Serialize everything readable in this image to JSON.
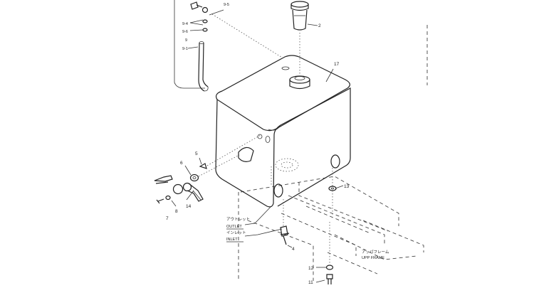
{
  "callouts": {
    "c9_5": "9-5",
    "c9_4": "9-4",
    "c9_6": "9-6",
    "c9": "9",
    "c9_1": "9-1",
    "c2": "2",
    "c17": "17",
    "c5": "5",
    "c6": "6",
    "c14": "14",
    "c8": "8",
    "c7": "7",
    "c13": "13",
    "c4": "4",
    "c12": "12",
    "c11": "11"
  },
  "labels": {
    "outlet_jp": "アウトレット",
    "outlet": "OUTLET",
    "inlet_jp": "インレット",
    "inlet": "INLET",
    "upp_frame_jp": "アッパフレーム",
    "upp_frame": "UPP FRAME"
  }
}
